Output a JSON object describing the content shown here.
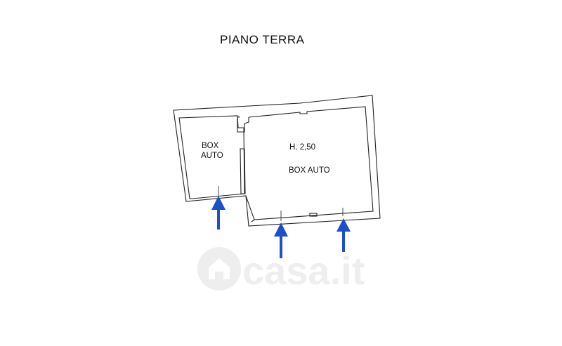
{
  "plan": {
    "title": "PIANO TERRA",
    "small_room": {
      "label_line1": "BOX",
      "label_line2": "AUTO"
    },
    "large_room": {
      "height_label": "H. 2,50",
      "label": "BOX AUTO"
    }
  },
  "watermark": {
    "text": "casa.it"
  },
  "colors": {
    "wall_stroke": "#222222",
    "arrow": "#1d4fc8",
    "watermark": "#ececec"
  },
  "icons": {
    "entrance_arrow": "up-arrow-icon",
    "watermark_logo": "house-logo-icon"
  }
}
